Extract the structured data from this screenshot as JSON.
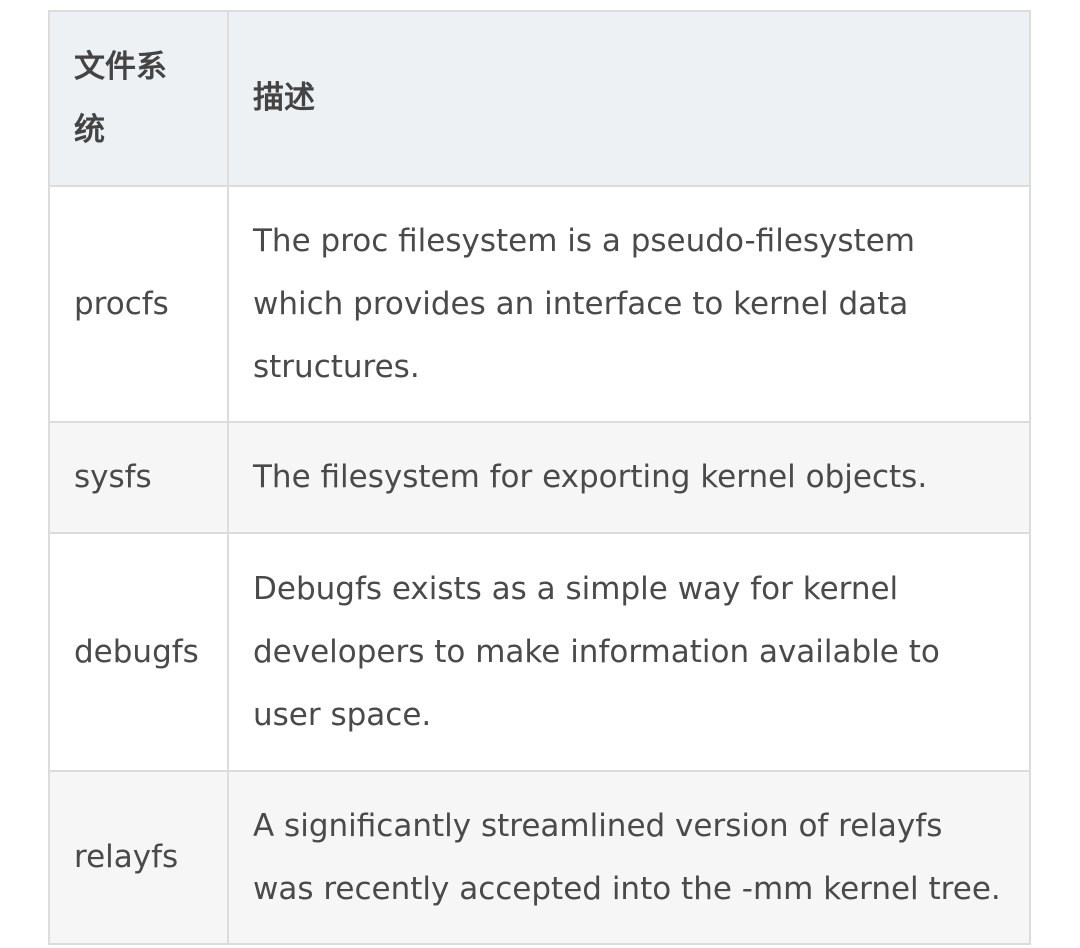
{
  "table": {
    "headers": [
      "文件系统",
      "描述"
    ],
    "rows": [
      {
        "name": "procfs",
        "description": "The proc filesystem is a pseudo-filesystem which provides an interface to kernel data structures."
      },
      {
        "name": "sysfs",
        "description": "The filesystem for exporting kernel objects."
      },
      {
        "name": "debugfs",
        "description": "Debugfs exists as a simple way for kernel developers to make information available to user space."
      },
      {
        "name": "relayfs",
        "description": "A significantly streamlined version of relayfs was recently accepted into the -mm kernel tree."
      }
    ]
  },
  "colors": {
    "header_bg": "#eef1f4",
    "row_alt_bg": "#f6f6f6",
    "border": "#dcdcdc",
    "text": "#4a4a4a"
  }
}
